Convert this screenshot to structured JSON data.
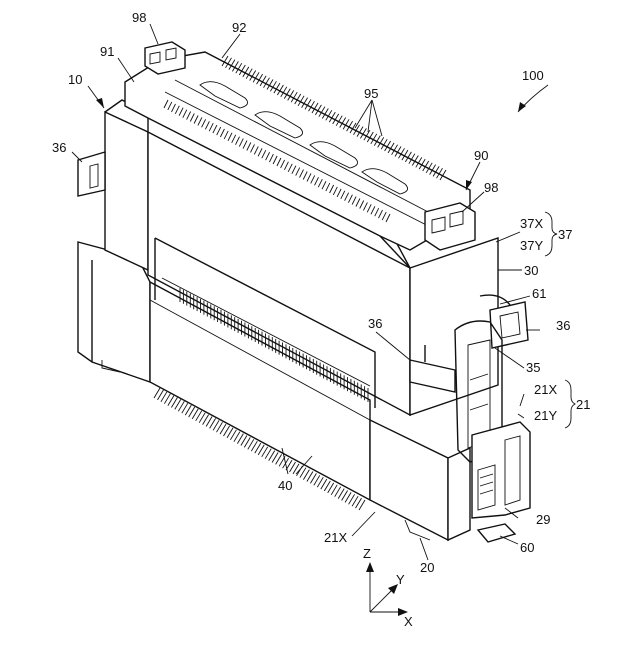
{
  "figure": {
    "overall_ref": "100",
    "labels": {
      "l98a": "98",
      "l92": "92",
      "l91": "91",
      "l10": "10",
      "l95": "95",
      "l36a": "36",
      "l90": "90",
      "l98b": "98",
      "l37X": "37X",
      "l37Y": "37Y",
      "l37": "37",
      "l30": "30",
      "l61": "61",
      "l36b": "36",
      "l36c": "36",
      "l35": "35",
      "l21X": "21X",
      "l21Y": "21Y",
      "l21": "21",
      "l40": "40",
      "l29": "29",
      "l21Xb": "21X",
      "l20": "20",
      "l60": "60"
    },
    "axes": {
      "z": "Z",
      "y": "Y",
      "x": "X"
    }
  }
}
